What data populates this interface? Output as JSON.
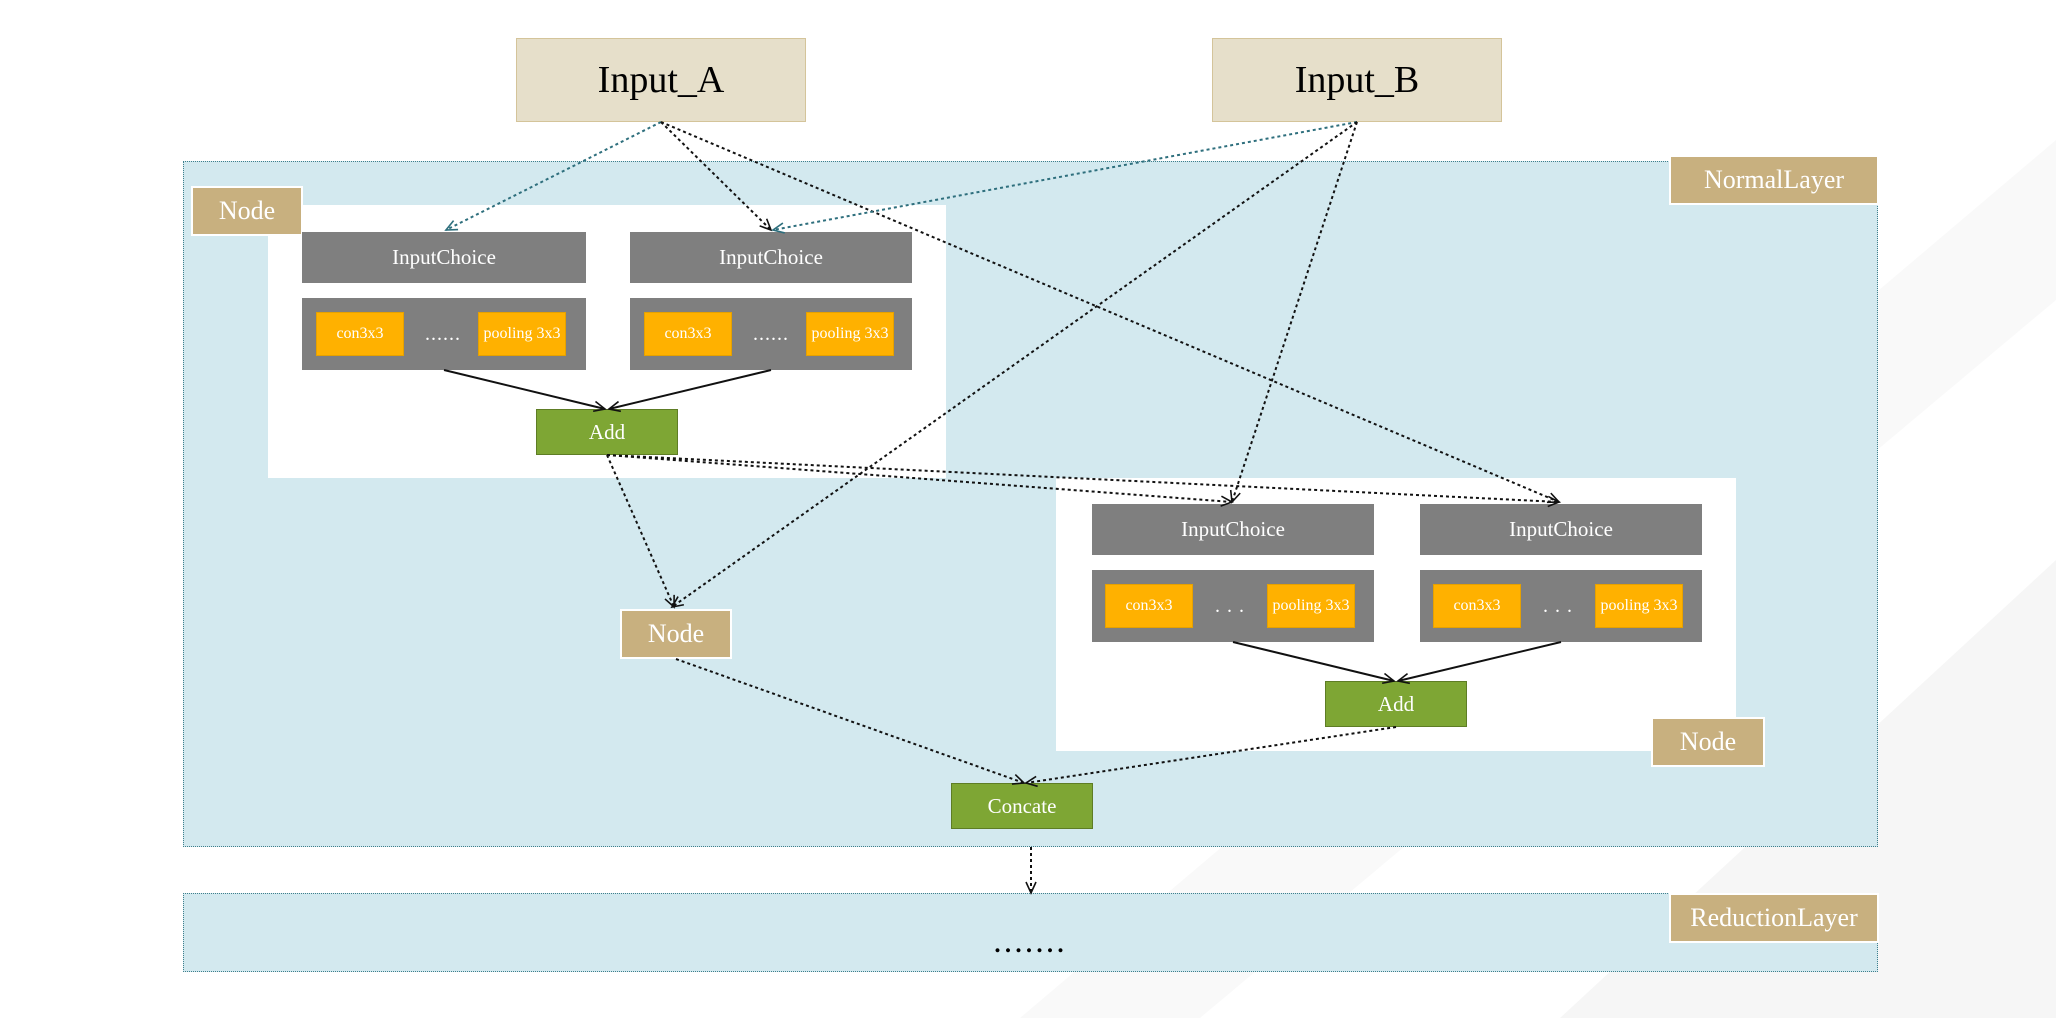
{
  "inputs": {
    "a": "Input_A",
    "b": "Input_B"
  },
  "layers": {
    "normal": "NormalLayer",
    "reduction": "ReductionLayer",
    "reduction_content": "......."
  },
  "node_label": "Node",
  "node1": {
    "choice_left": "InputChoice",
    "choice_right": "InputChoice",
    "ops_left": {
      "conv": "con3x3",
      "dots": "......",
      "pool": "pooling 3x3"
    },
    "ops_right": {
      "conv": "con3x3",
      "dots": "......",
      "pool": "pooling 3x3"
    },
    "add": "Add"
  },
  "node2": {
    "choice_left": "InputChoice",
    "choice_right": "InputChoice",
    "ops_left": {
      "conv": "con3x3",
      "dots": ". . .",
      "pool": "pooling 3x3"
    },
    "ops_right": {
      "conv": "con3x3",
      "dots": ". . .",
      "pool": "pooling 3x3"
    },
    "add": "Add"
  },
  "concat": "Concate",
  "colors": {
    "input_fill": "#e6dfca",
    "layer_fill": "#d3e9ef",
    "tag_fill": "#c8b07f",
    "choice_fill": "#7f7f7f",
    "op_fill": "#ffb100",
    "add_fill": "#7ea634"
  }
}
